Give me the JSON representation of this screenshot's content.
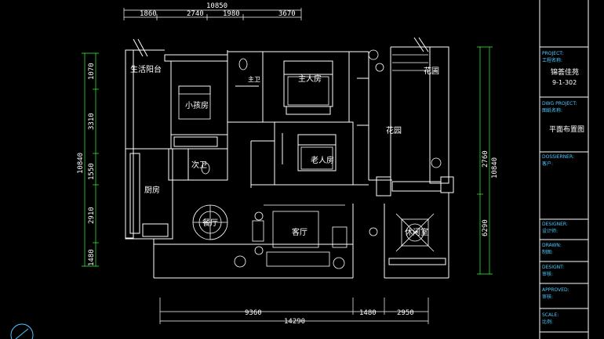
{
  "dimensions": {
    "top_total": "10850",
    "top_segments": [
      "1860",
      "2740",
      "1980",
      "3670"
    ],
    "bottom_total": "14290",
    "bottom_segments": [
      "9360",
      "1480",
      "2950"
    ],
    "left_total": "10840",
    "left_segments": [
      "1070",
      "3310",
      "1550",
      "2910",
      "1480"
    ],
    "right_total": "10840",
    "right_segments": [
      "2760",
      "6290"
    ]
  },
  "rooms": {
    "service_balcony": "生活阳台",
    "child_room": "小孩房",
    "master_bath": "主卫",
    "master_bedroom": "主人房",
    "flower_bed": "花圃",
    "garden": "花园",
    "elder_room": "老人房",
    "second_bath": "次卫",
    "kitchen": "厨房",
    "dining": "餐厅",
    "living": "客厅",
    "leisure": "休闲室"
  },
  "title_block": {
    "project_label": "PROJECT:",
    "project_label_cn": "工程名称:",
    "project_name": "锦荟佳苑",
    "project_unit": "9-1-302",
    "dwg_label": "DWG PROJECT:",
    "dwg_label_cn": "图纸名称:",
    "dwg_name": "平面布置图",
    "owner_label": "DOSSIERNER:",
    "owner_label_cn": "客户:",
    "design_label": "DESIGNER:",
    "design_label_cn": "设计师:",
    "drawn_label": "DRAWN:",
    "drawn_label_cn": "制图:",
    "checked_label": "DESIGNT:",
    "checked_label_cn": "审核:",
    "approved_label": "APPROVED:",
    "approved_label_cn": "审核:",
    "scale_label": "SCALE:",
    "scale_label_cn": "比例:"
  },
  "colors": {
    "background": "#000000",
    "lines": "#ffffff",
    "dimension_green": "#33ff33",
    "title_block_blue": "#4cc9ff"
  }
}
